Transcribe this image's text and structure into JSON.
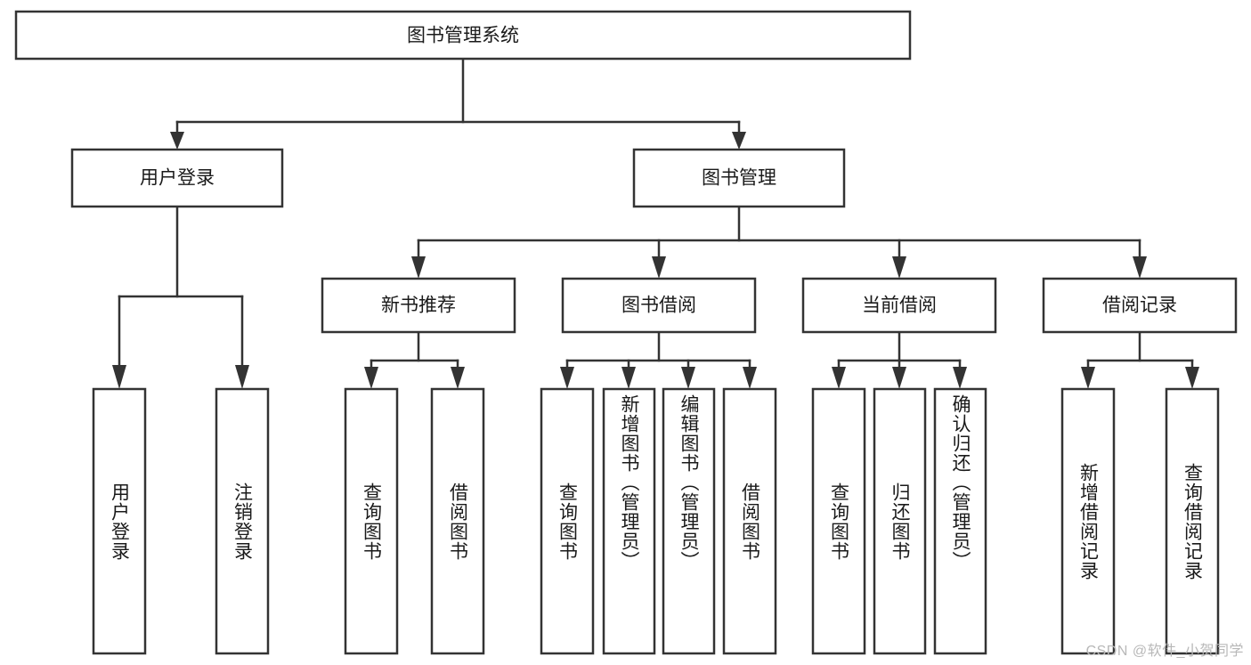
{
  "diagram": {
    "type": "hierarchy-tree",
    "title": "图书管理系统",
    "watermark": "CSDN @软件_小贺同学",
    "colors": {
      "background": "#ffffff",
      "stroke": "#333333",
      "text": "#1a1a1a",
      "watermark": "#b8b8b8"
    },
    "root": {
      "label": "图书管理系统"
    },
    "level2": [
      {
        "id": "user-login",
        "label": "用户登录"
      },
      {
        "id": "book-management",
        "label": "图书管理"
      }
    ],
    "level3": [
      {
        "id": "new-book-recommend",
        "label": "新书推荐",
        "parent": "book-management"
      },
      {
        "id": "book-borrow",
        "label": "图书借阅",
        "parent": "book-management"
      },
      {
        "id": "current-borrow",
        "label": "当前借阅",
        "parent": "book-management"
      },
      {
        "id": "borrow-record",
        "label": "借阅记录",
        "parent": "book-management"
      }
    ],
    "leaves": [
      {
        "id": "leaf-user-login",
        "label": "用户登录",
        "parent": "user-login"
      },
      {
        "id": "leaf-logout-login",
        "label": "注销登录",
        "parent": "user-login"
      },
      {
        "id": "leaf-query-book-1",
        "label": "查询图书",
        "parent": "new-book-recommend"
      },
      {
        "id": "leaf-borrow-book-1",
        "label": "借阅图书",
        "parent": "new-book-recommend"
      },
      {
        "id": "leaf-query-book-2",
        "label": "查询图书",
        "parent": "book-borrow"
      },
      {
        "id": "leaf-add-book",
        "label": "新增图书（管理员）",
        "parent": "book-borrow"
      },
      {
        "id": "leaf-edit-book",
        "label": "编辑图书（管理员）",
        "parent": "book-borrow"
      },
      {
        "id": "leaf-borrow-book-2",
        "label": "借阅图书",
        "parent": "book-borrow"
      },
      {
        "id": "leaf-query-book-3",
        "label": "查询图书",
        "parent": "current-borrow"
      },
      {
        "id": "leaf-return-book",
        "label": "归还图书",
        "parent": "current-borrow"
      },
      {
        "id": "leaf-confirm-return",
        "label": "确认归还（管理员）",
        "parent": "current-borrow"
      },
      {
        "id": "leaf-add-record",
        "label": "新增借阅记录",
        "parent": "borrow-record"
      },
      {
        "id": "leaf-query-record",
        "label": "查询借阅记录",
        "parent": "borrow-record"
      }
    ]
  }
}
